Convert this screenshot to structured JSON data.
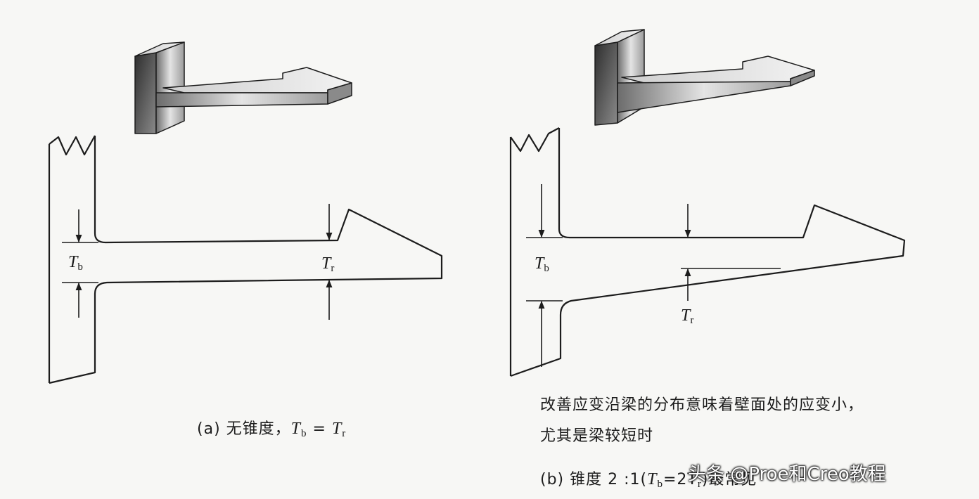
{
  "figure_a": {
    "label_tb": "T",
    "label_tb_sub": "b",
    "label_tr": "T",
    "label_tr_sub": "r",
    "caption_prefix": "(a) 无锥度，",
    "caption_eq_lhs": "T",
    "caption_eq_lhs_sub": "b",
    "caption_eq": " = ",
    "caption_eq_rhs": "T",
    "caption_eq_rhs_sub": "r"
  },
  "figure_b": {
    "label_tb": "T",
    "label_tb_sub": "b",
    "label_tr": "T",
    "label_tr_sub": "r",
    "note_line1": "改善应变沿梁的分布意味着壁面处的应变小，",
    "note_line2": "尤其是梁较短时",
    "caption_prefix": "(b) 锥度 2 :1(",
    "caption_lhs": "T",
    "caption_lhs_sub": "b",
    "caption_rest": "=2T",
    "caption_rest_sub": "r",
    "caption_tail": ")最常见"
  },
  "watermark": "头条 @Proe和Creo教程",
  "colors": {
    "ink": "#1c1c1c",
    "paper": "#f7f7f5",
    "shade_dark": "#4a4a4a",
    "shade_light": "#dcdcdc"
  }
}
